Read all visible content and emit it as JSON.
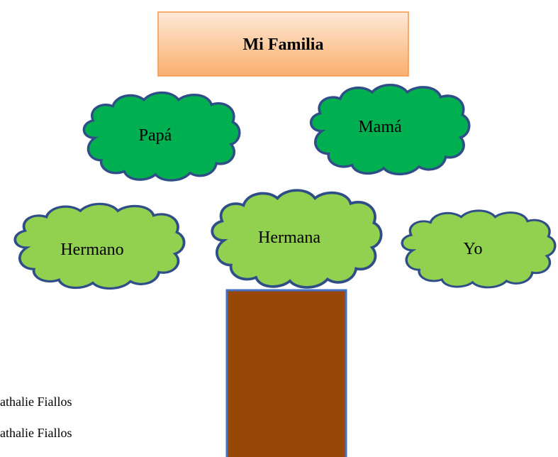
{
  "title": "Mi Familia",
  "nodes": {
    "papa": "Papá",
    "mama": "Mamá",
    "hermano": "Hermano",
    "hermana": "Hermana",
    "yo": "Yo"
  },
  "side_text": [
    "athalie Fiallos",
    "athalie Fiallos"
  ],
  "colors": {
    "cloud_dark_green": "#00b050",
    "cloud_light_green": "#92d050",
    "cloud_outline": "#2f4d87",
    "trunk_fill": "#974706",
    "trunk_outline": "#4472c4",
    "title_box_top": "#fde9d9",
    "title_box_bottom": "#fab882",
    "title_box_border": "#f79646"
  }
}
